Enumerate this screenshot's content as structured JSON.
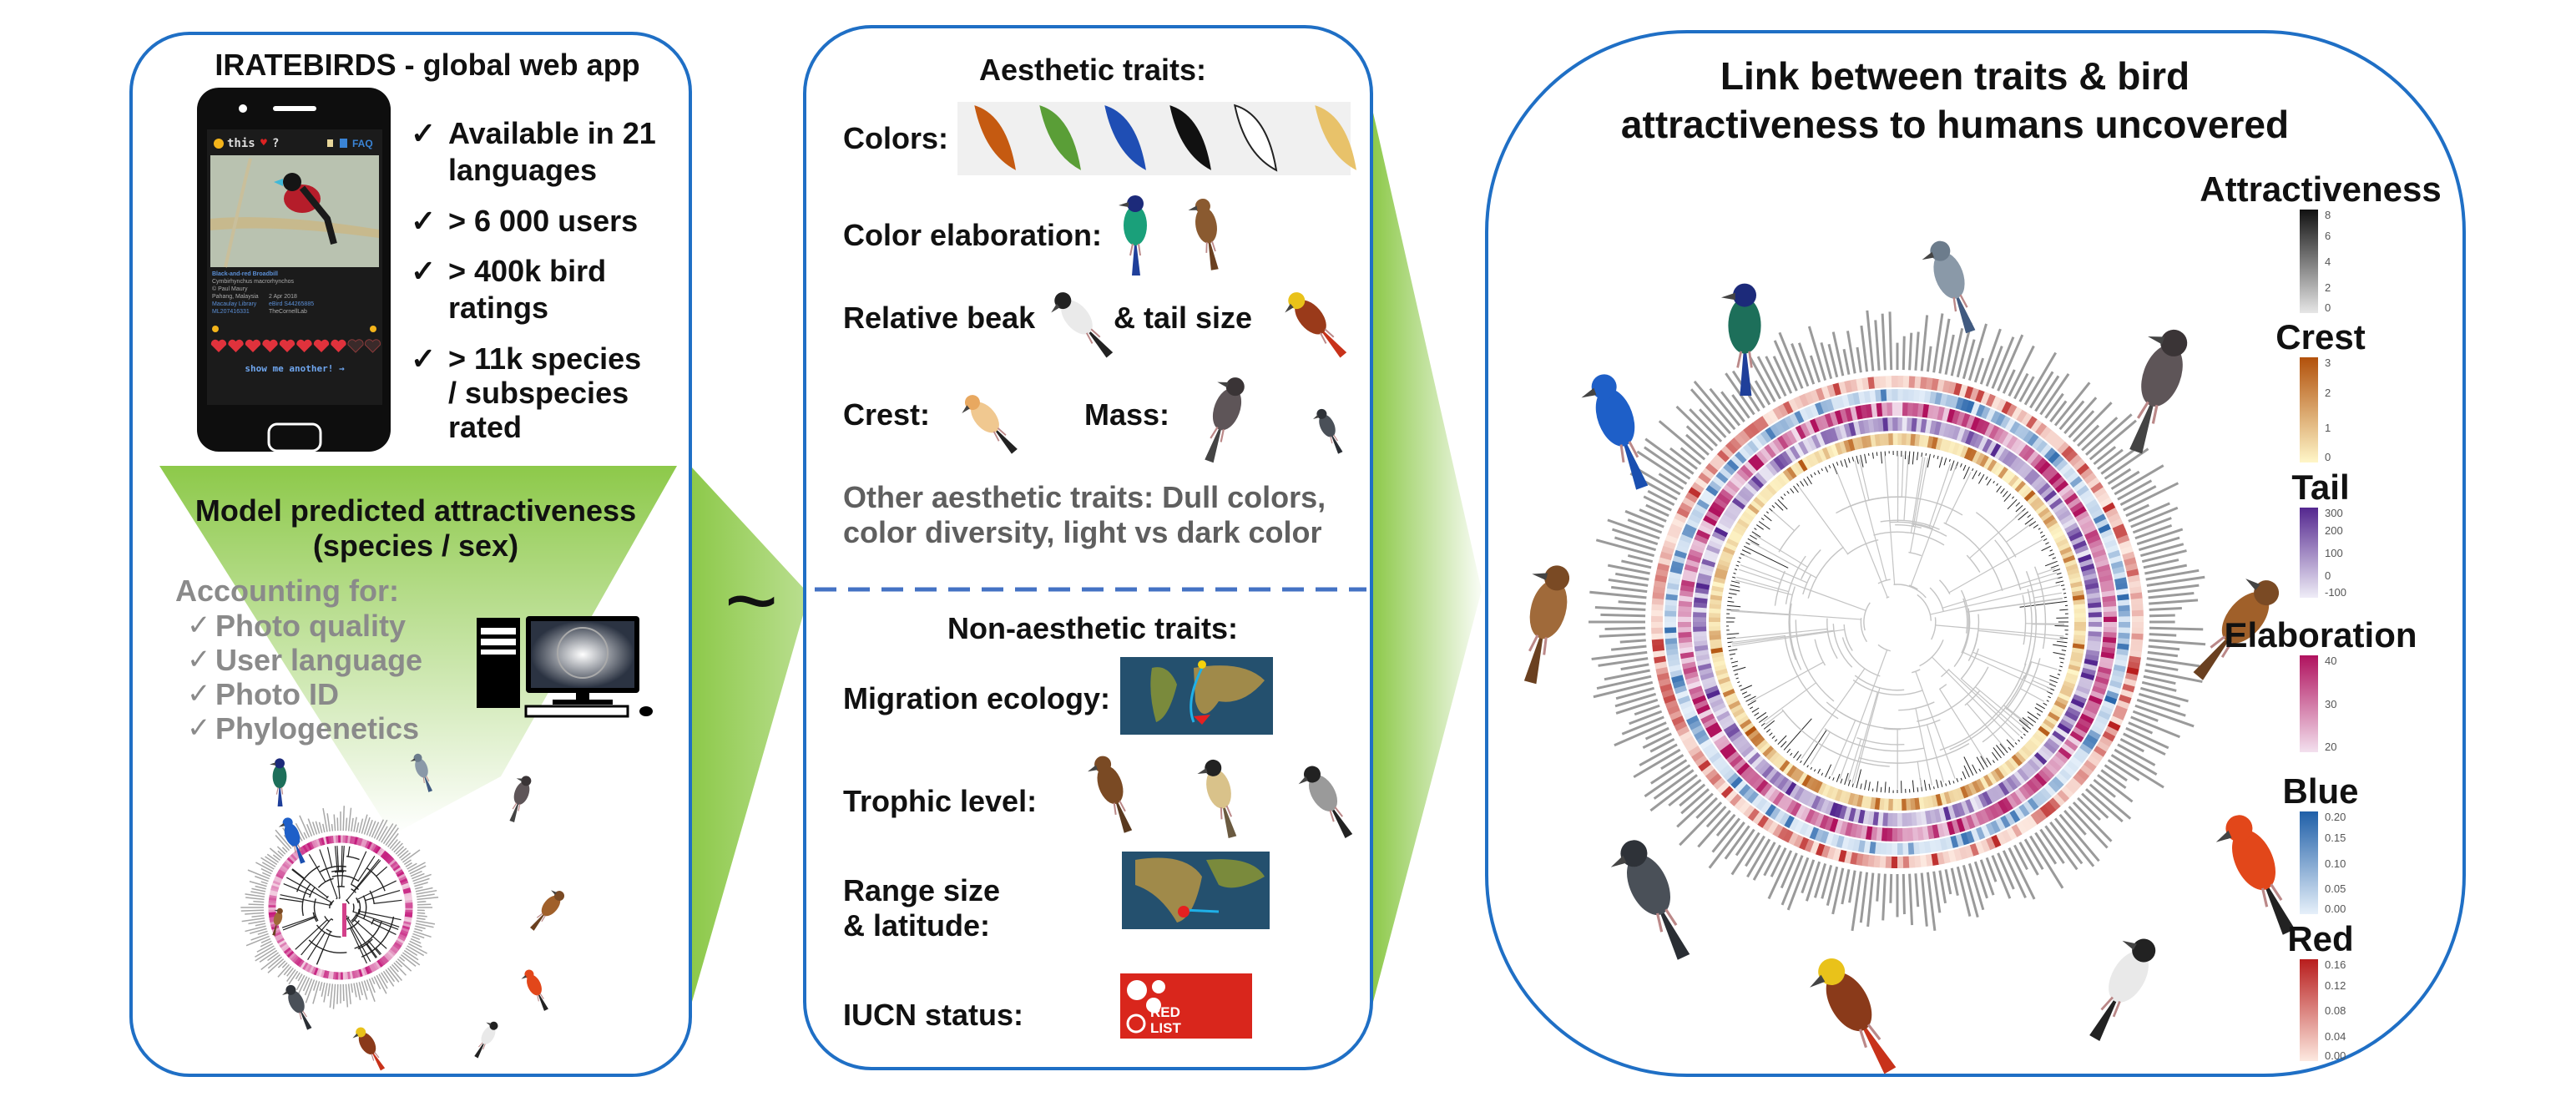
{
  "left_panel": {
    "title": "IRATEBIRDS - global web app",
    "phone": {
      "header_text": "this",
      "header_suffix": "?",
      "faq_label": "FAQ",
      "species_common": "Black-and-red Broadbill",
      "species_latin": "Cymbirhynchus macrorhynchos",
      "credit": "© Paul Maury",
      "location": "Pahang, Malaysia",
      "date": "2 Apr 2018",
      "library": "Macaulay Library",
      "ml_id": "ML207416331",
      "ebird": "eBird S44265885",
      "cornell": "TheCornellLab",
      "rating_filled": 8,
      "rating_max": 10,
      "show_another": "show me another! →"
    },
    "stats": [
      {
        "check": "✓",
        "lines": [
          "Available in 21",
          "languages"
        ]
      },
      {
        "check": "✓",
        "lines": [
          "> 6 000 users"
        ]
      },
      {
        "check": "✓",
        "lines": [
          "> 400k bird",
          "ratings"
        ]
      },
      {
        "check": "✓",
        "lines": [
          "> 11k species",
          "/ subspecies",
          "rated"
        ]
      }
    ],
    "model_title": [
      "Model predicted attractiveness",
      "(species / sex)"
    ],
    "accounting_title": "Accounting for:",
    "accounting_items": [
      "Photo quality",
      "User language",
      "Photo ID",
      "Phylogenetics"
    ],
    "check_glyph": "✓"
  },
  "tilde": "~",
  "middle_panel": {
    "aesthetic_title": "Aesthetic traits:",
    "colors_label": "Colors:",
    "feather_colors": [
      "#c55a11",
      "#5a9e37",
      "#1f4eb4",
      "#111111",
      "#ffffff",
      "#e8c26a"
    ],
    "color_elaboration_label": "Color elaboration:",
    "beak_label": "Relative beak",
    "tail_label": "& tail size",
    "crest_label": "Crest:",
    "mass_label": "Mass:",
    "other_traits": [
      "Other aesthetic traits: Dull colors,",
      "color diversity, light vs dark color"
    ],
    "non_aesthetic_title": "Non-aesthetic traits:",
    "migration_label": "Migration ecology:",
    "trophic_label": "Trophic level:",
    "range_label": [
      "Range size",
      "& latitude:"
    ],
    "iucn_label": "IUCN status:",
    "redlist_logo_text": [
      "RED",
      "LIST"
    ]
  },
  "right_panel": {
    "title": [
      "Link between traits & bird",
      "attractiveness to humans uncovered"
    ],
    "legends": [
      {
        "name": "Attractiveness",
        "ticks": [
          "8",
          "6",
          "4",
          "2",
          "0"
        ],
        "color_low": "#e6e6e6",
        "color_high": "#111111"
      },
      {
        "name": "Crest",
        "ticks": [
          "3",
          "2",
          "1",
          "0"
        ],
        "color_low": "#fff6c8",
        "color_high": "#b2510b"
      },
      {
        "name": "Tail",
        "ticks": [
          "300",
          "200",
          "100",
          "0",
          "-100"
        ],
        "color_low": "#efedf7",
        "color_high": "#54278f"
      },
      {
        "name": "Elaboration",
        "ticks": [
          "40",
          "30",
          "20"
        ],
        "color_low": "#f3e0ee",
        "color_high": "#b0125e"
      },
      {
        "name": "Blue",
        "ticks": [
          "0.20",
          "0.15",
          "0.10",
          "0.05",
          "0.00"
        ],
        "color_low": "#e6f0fa",
        "color_high": "#1f5fa8"
      },
      {
        "name": "Red",
        "ticks": [
          "0.16",
          "0.12",
          "0.08",
          "0.04",
          "0.00"
        ],
        "color_low": "#fde9e0",
        "color_high": "#b81d1d"
      }
    ]
  },
  "colors": {
    "panel_border": "#1f6fc5",
    "funnel_green": "#8dc94a",
    "dashed_line": "#4472c4",
    "redlist_red": "#d9261c"
  }
}
